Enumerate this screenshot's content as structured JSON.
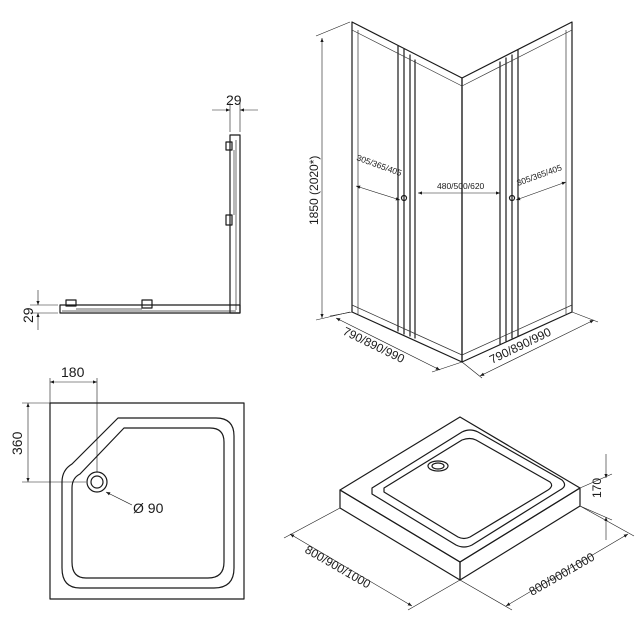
{
  "side_profile": {
    "vertical_profile_width": "29",
    "horizontal_profile_height": "29"
  },
  "cabin": {
    "height": "1850 (2020*)",
    "left_door_opening": "305/365/405",
    "front_door_opening": "480/500/620",
    "right_door_opening": "305/365/405",
    "left_width": "790/890/990",
    "right_width": "790/890/990"
  },
  "tray_plan": {
    "drain_offset_x": "180",
    "drain_offset_y": "360",
    "drain_diameter": "Ø 90"
  },
  "tray_iso": {
    "height": "170",
    "left_width": "800/900/1000",
    "right_width": "800/900/1000"
  }
}
